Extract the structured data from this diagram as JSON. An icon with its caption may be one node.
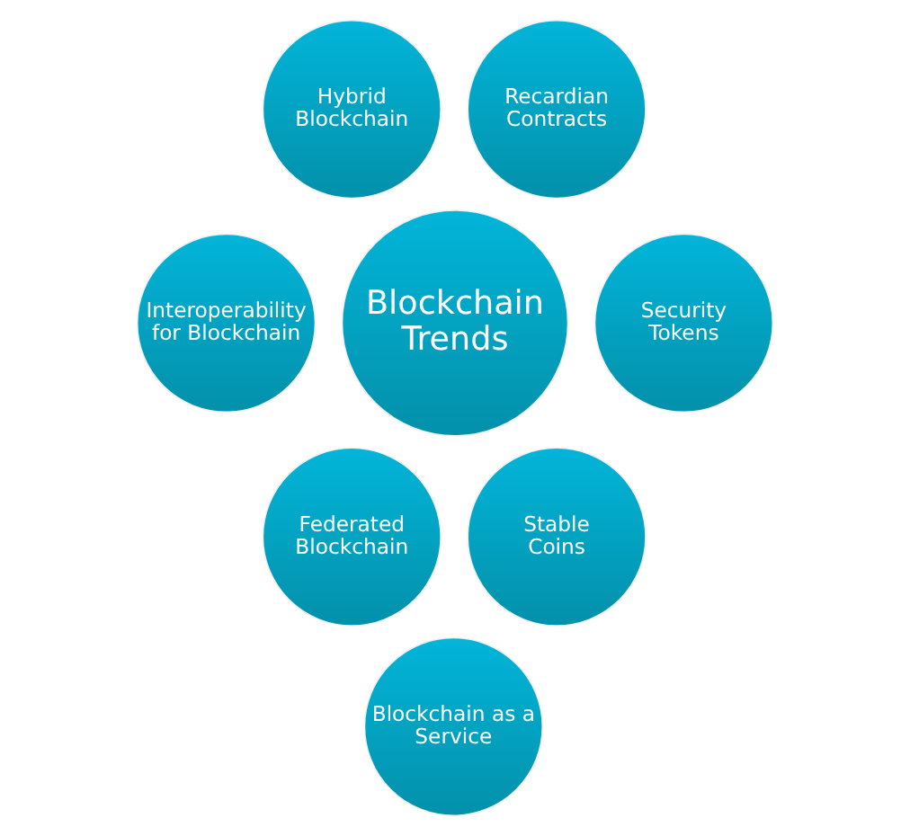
{
  "diagram": {
    "nodes": [
      {
        "text": [
          "Blockchain Trends"
        ]
      },
      {
        "text": [
          "Hybrid Blockchain"
        ]
      },
      {
        "text": [
          "Recardian Contracts"
        ]
      },
      {
        "text": [
          "Security Tokens"
        ]
      },
      {
        "text": [
          "Stable Coins"
        ]
      },
      {
        "text": [
          "Blockchain as a Service"
        ]
      },
      {
        "text": [
          "Federated Blockchain"
        ]
      },
      {
        "text": [
          "Interoperability for Blockchain"
        ]
      }
    ]
  }
}
